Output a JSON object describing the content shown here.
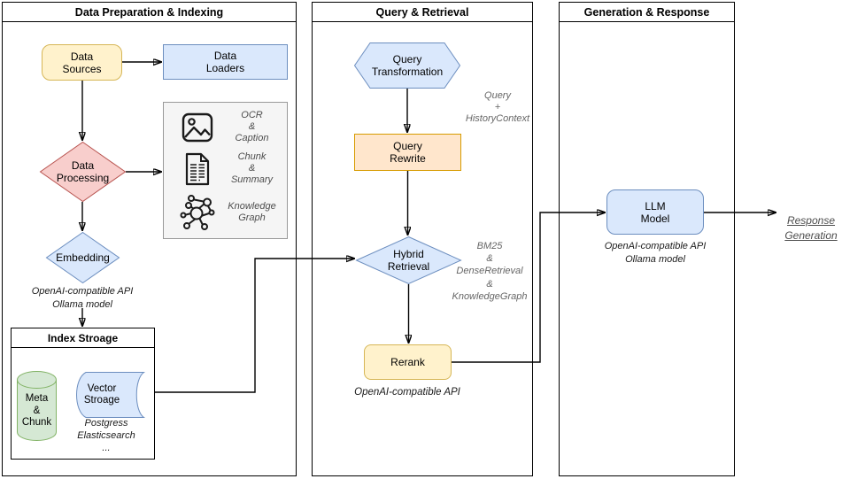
{
  "colors": {
    "yellow_fill": "#FFF2CC",
    "yellow_border": "#D6B656",
    "blue_fill": "#DAE8FC",
    "blue_border": "#6C8EBF",
    "red_fill": "#F8CECC",
    "red_border": "#B85450",
    "orange_fill": "#FFE6CC",
    "orange_border": "#D79B00",
    "green_fill": "#D5E8D4",
    "green_border": "#82B366",
    "gray_box_fill": "#F5F5F5",
    "gray_box_border": "#999999",
    "annotation_gray": "#666666",
    "line_color": "#000000"
  },
  "panels": [
    {
      "title": "Data Preparation & Indexing"
    },
    {
      "title": "Query & Retrieval"
    },
    {
      "title": "Generation & Response"
    }
  ],
  "prep": {
    "data_sources": "Data\nSources",
    "data_loaders": "Data\nLoaders",
    "data_processing": "Data\nProcessing",
    "methods": [
      {
        "icon": "image-icon",
        "label": "OCR\n&\nCaption"
      },
      {
        "icon": "document-icon",
        "label": "Chunk\n&\nSummary"
      },
      {
        "icon": "knowledge-graph-icon",
        "label": "Knowledge\nGraph"
      }
    ],
    "embedding": "Embedding",
    "embedding_note": "OpenAI-compatible API\nOllama model",
    "index_storage_title": "Index Stroage",
    "meta_chunk": "Meta\n&\nChunk",
    "vector_storage": "Vector\nStroage",
    "storage_note": "Postgress\nElasticsearch\n..."
  },
  "query": {
    "query_transformation": "Query\nTransformation",
    "transformation_note": "Query\n+\nHistoryContext",
    "query_rewrite": "Query\nRewrite",
    "hybrid_retrieval": "Hybrid\nRetrieval",
    "retrieval_note": "BM25\n&\nDenseRetrieval\n&\nKnowledgeGraph",
    "rerank": "Rerank",
    "rerank_note": "OpenAI-compatible API"
  },
  "generation": {
    "llm_model": "LLM\nModel",
    "llm_note": "OpenAI-compatible API\nOllama model",
    "response_generation": "Response\nGeneration"
  }
}
